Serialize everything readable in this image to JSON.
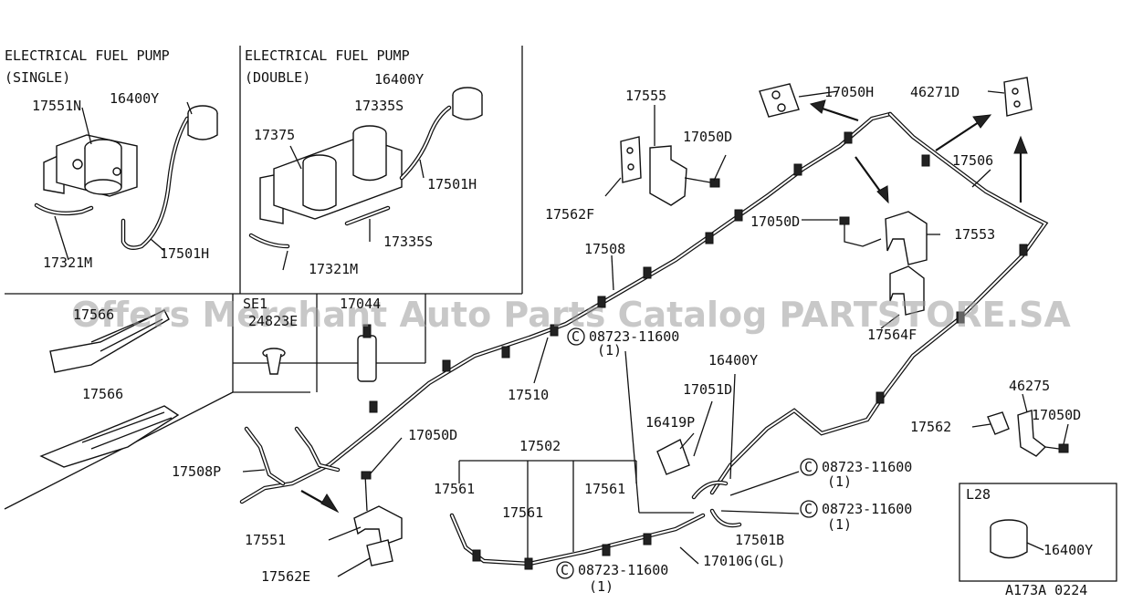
{
  "panels": {
    "single_title_1": "ELECTRICAL FUEL PUMP",
    "single_title_2": "(SINGLE)",
    "double_title_1": "ELECTRICAL FUEL PUMP",
    "double_title_2": "(DOUBLE)",
    "l28_title": "L28"
  },
  "watermark": "Offers Merchant Auto Parts Catalog PARTSTORE.SA",
  "labels": {
    "p17551N": "17551N",
    "p16400Y_a": "16400Y",
    "p17321M_a": "17321M",
    "p17501H_a": "17501H",
    "p16400Y_b": "16400Y",
    "p17335S_a": "17335S",
    "p17375": "17375",
    "p17501H_b": "17501H",
    "p17335S_b": "17335S",
    "p17321M_b": "17321M",
    "p17566_a": "17566",
    "p17566_b": "17566",
    "pSE1": "SE1",
    "p24823E": "24823E",
    "p17044": "17044",
    "p17555": "17555",
    "p17050D_a": "17050D",
    "p17562F": "17562F",
    "p17050H": "17050H",
    "p46271D": "46271D",
    "p17506": "17506",
    "p17050D_b": "17050D",
    "p17553": "17553",
    "p17508": "17508",
    "p17564F": "17564F",
    "p08723_a": "08723-11600",
    "p08723_a_qty": "(1)",
    "p17510": "17510",
    "p16400Y_c": "16400Y",
    "p17051D": "17051D",
    "p16419P": "16419P",
    "p46275": "46275",
    "p17562": "17562",
    "p17050D_c": "17050D",
    "p17050D_d": "17050D",
    "p17502": "17502",
    "p17508P": "17508P",
    "p17561_a": "17561",
    "p17561_b": "17561",
    "p17561_c": "17561",
    "p08723_b": "08723-11600",
    "p08723_b_qty": "(1)",
    "p08723_c": "08723-11600",
    "p08723_c_qty": "(1)",
    "p17501B": "17501B",
    "p17551": "17551",
    "p17562E": "17562E",
    "p08723_d": "08723-11600",
    "p08723_d_qty": "(1)",
    "p17010G": "17010G(GL)",
    "p16400Y_d": "16400Y",
    "circle_c": "C",
    "diagram_code": "A173A 0224"
  }
}
